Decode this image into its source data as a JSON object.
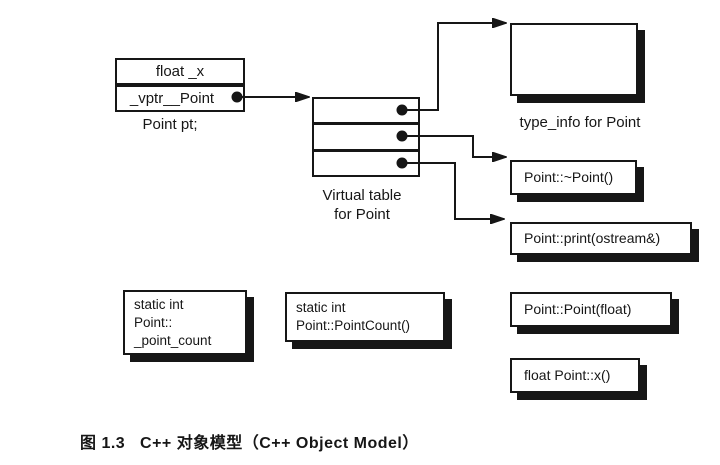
{
  "colors": {
    "ink": "#161616",
    "paper": "#ffffff"
  },
  "object_box": {
    "field_x": "float _x",
    "field_vptr": "_vptr__Point",
    "caption": "Point pt;"
  },
  "vtable": {
    "caption_line1": "Virtual table",
    "caption_line2": "for Point"
  },
  "type_info_box": {
    "caption": "type_info for Point"
  },
  "method_boxes": {
    "destructor": "Point::~Point()",
    "print": "Point::print(ostream&)",
    "constructor": "Point::Point(float)",
    "x_accessor": "float Point::x()"
  },
  "static_member_box": {
    "line1": "static int",
    "line2": "Point::",
    "line3": "_point_count"
  },
  "static_function_box": {
    "line1": "static int",
    "line2": "Point::PointCount()"
  },
  "figure_caption": "图 1.3   C++ 对象模型（C++ Object Model）"
}
